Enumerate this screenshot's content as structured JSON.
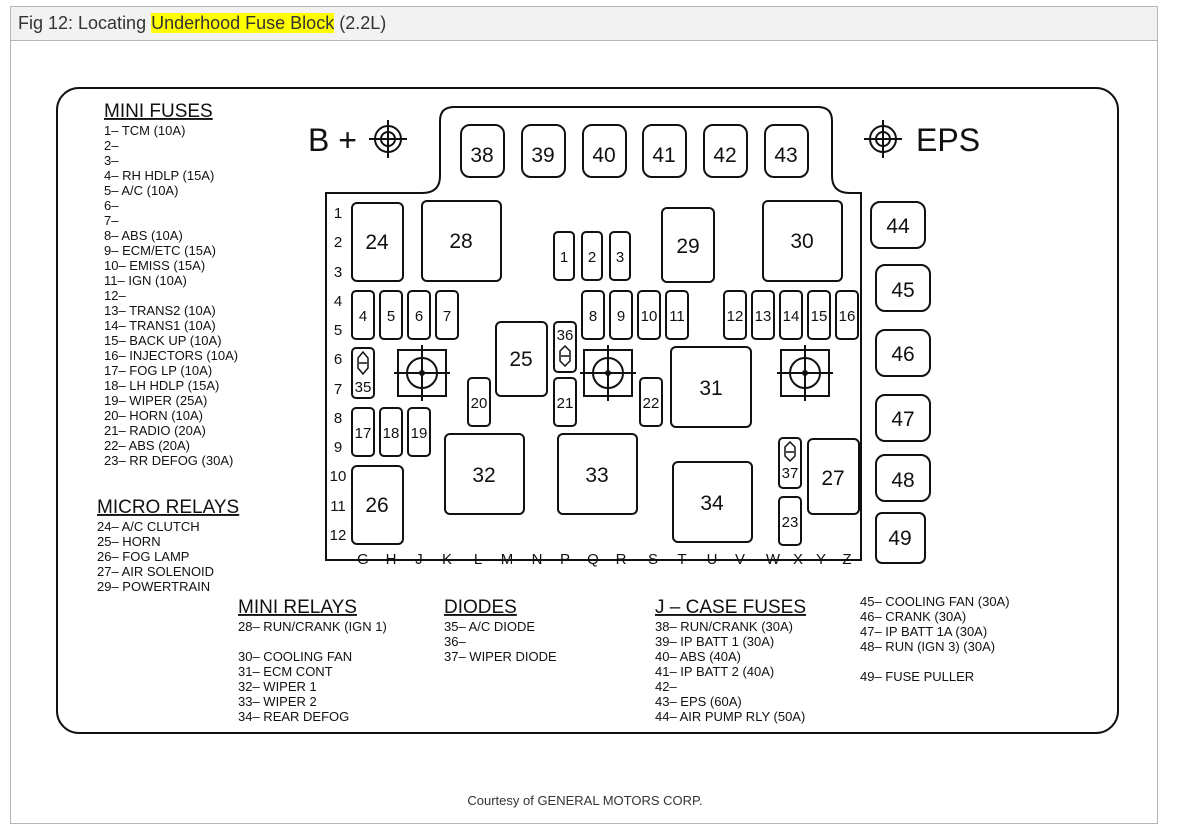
{
  "figure": {
    "title_prefix": "Fig 12: Locating ",
    "title_highlight": "Underhood Fuse Block",
    "title_suffix": " (2.2L)",
    "highlight_color": "#ffff00",
    "credit": "Courtesy of GENERAL MOTORS CORP."
  },
  "terminals": {
    "bplus": "B +",
    "eps": "EPS"
  },
  "grid": {
    "rows": [
      "1",
      "2",
      "3",
      "4",
      "5",
      "6",
      "7",
      "8",
      "9",
      "10",
      "11",
      "12"
    ],
    "cols": [
      "G",
      "H",
      "J",
      "K",
      "L",
      "M",
      "N",
      "P",
      "Q",
      "R",
      "S",
      "T",
      "U",
      "V",
      "W",
      "X",
      "Y",
      "Z"
    ]
  },
  "components": {
    "c1": "1",
    "c2": "2",
    "c3": "3",
    "c4": "4",
    "c5": "5",
    "c6": "6",
    "c7": "7",
    "c8": "8",
    "c9": "9",
    "c10": "10",
    "c11": "11",
    "c12": "12",
    "c13": "13",
    "c14": "14",
    "c15": "15",
    "c16": "16",
    "c17": "17",
    "c18": "18",
    "c19": "19",
    "c20": "20",
    "c21": "21",
    "c22": "22",
    "c23": "23",
    "c24": "24",
    "c25": "25",
    "c26": "26",
    "c27": "27",
    "c28": "28",
    "c29": "29",
    "c30": "30",
    "c31": "31",
    "c32": "32",
    "c33": "33",
    "c34": "34",
    "c35": "35",
    "c36": "36",
    "c37": "37",
    "c38": "38",
    "c39": "39",
    "c40": "40",
    "c41": "41",
    "c42": "42",
    "c43": "43",
    "c44": "44",
    "c45": "45",
    "c46": "46",
    "c47": "47",
    "c48": "48",
    "c49": "49"
  },
  "legend": {
    "mini_fuses": {
      "heading": "MINI FUSES",
      "items": [
        "1– TCM (10A)",
        "2–",
        "3–",
        "4– RH HDLP (15A)",
        "5– A/C (10A)",
        "6–",
        "7–",
        "8– ABS (10A)",
        "9– ECM/ETC (15A)",
        "10– EMISS (15A)",
        "11– IGN (10A)",
        "12–",
        "13– TRANS2 (10A)",
        "14– TRANS1 (10A)",
        "15– BACK UP (10A)",
        "16– INJECTORS (10A)",
        "17– FOG LP (10A)",
        "18– LH HDLP (15A)",
        "19– WIPER (25A)",
        "20– HORN (10A)",
        "21– RADIO (20A)",
        "22– ABS (20A)",
        "23– RR DEFOG (30A)"
      ]
    },
    "micro_relays": {
      "heading": "MICRO RELAYS",
      "items": [
        "24– A/C CLUTCH",
        "25– HORN",
        "26– FOG LAMP",
        "27– AIR SOLENOID",
        "29– POWERTRAIN"
      ]
    },
    "mini_relays": {
      "heading": "MINI RELAYS",
      "items": [
        "28– RUN/CRANK (IGN 1)",
        "",
        "30– COOLING FAN",
        "31– ECM CONT",
        "32– WIPER 1",
        "33– WIPER 2",
        "34– REAR DEFOG"
      ]
    },
    "diodes": {
      "heading": "DIODES",
      "items": [
        "35– A/C DIODE",
        "36–",
        "37– WIPER DIODE"
      ]
    },
    "j_case_fuses": {
      "heading": "J – CASE FUSES",
      "items": [
        "38– RUN/CRANK (30A)",
        "39– IP BATT 1 (30A)",
        "40– ABS (40A)",
        "41– IP BATT 2 (40A)",
        "42–",
        "43– EPS (60A)",
        "44– AIR PUMP RLY (50A)"
      ]
    },
    "other": {
      "items": [
        "45– COOLING FAN (30A)",
        "46– CRANK (30A)",
        "47– IP BATT 1A (30A)",
        "48– RUN (IGN 3) (30A)",
        "",
        "49– FUSE PULLER"
      ]
    }
  }
}
